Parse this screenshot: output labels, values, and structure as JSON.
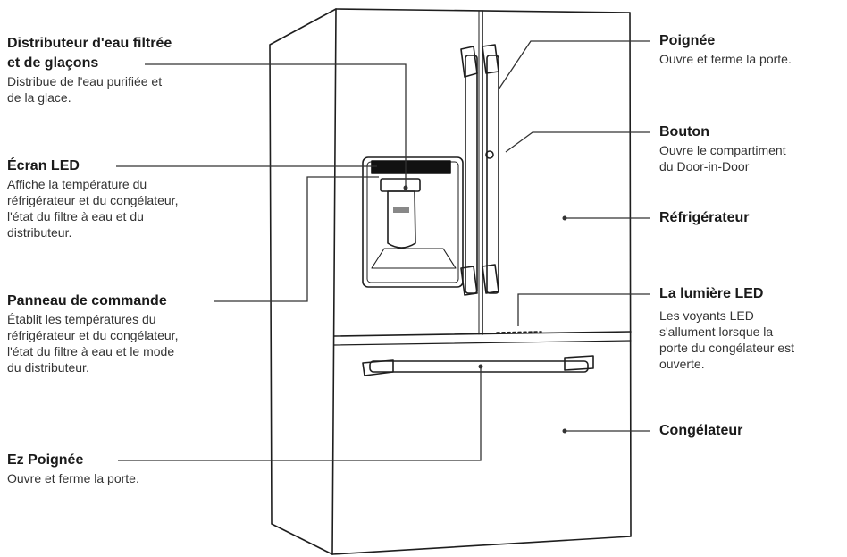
{
  "callouts": {
    "dispenser": {
      "title_line1": "Distributeur d'eau filtrée",
      "title_line2": "et de glaçons",
      "desc_line1": "Distribue de l'eau purifiée et",
      "desc_line2": "de la glace."
    },
    "led_screen": {
      "title": "Écran LED",
      "desc_line1": "Affiche la température du",
      "desc_line2": "réfrigérateur et du congélateur,",
      "desc_line3": "l'état du filtre à eau et du",
      "desc_line4": "distributeur."
    },
    "control_panel": {
      "title": "Panneau de commande",
      "desc_line1": "Établit les températures du",
      "desc_line2": "réfrigérateur et du congélateur,",
      "desc_line3": "l'état du filtre à eau et le mode",
      "desc_line4": "du distributeur."
    },
    "ez_handle": {
      "title": "Ez Poignée",
      "desc": "Ouvre et ferme la porte."
    },
    "handle": {
      "title": "Poignée",
      "desc": "Ouvre et ferme la porte."
    },
    "button": {
      "title": "Bouton",
      "desc_line1": "Ouvre le compartiment",
      "desc_line2": "du Door-in-Door"
    },
    "refrigerator": {
      "title": "Réfrigérateur"
    },
    "led_light": {
      "title": "La lumière LED",
      "desc_line1": "Les voyants LED",
      "desc_line2": "s'allument lorsque la",
      "desc_line3": "porte du congélateur est",
      "desc_line4": "ouverte."
    },
    "freezer": {
      "title": "Congélateur"
    }
  }
}
